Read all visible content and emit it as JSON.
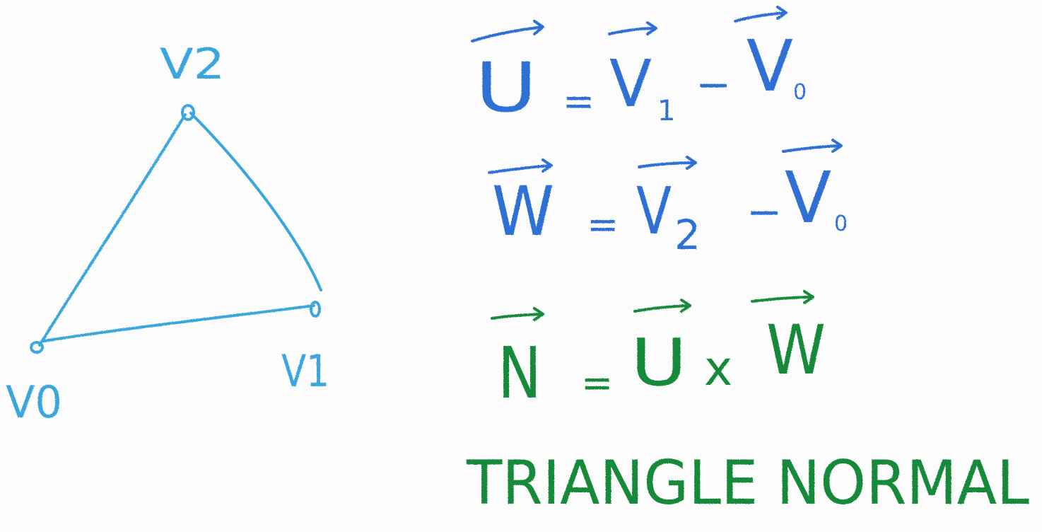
{
  "colors": {
    "background": "#fcfcfc",
    "triangle": "#3ba6dc",
    "equations_blue": "#2e6fd4",
    "equations_green": "#15893b"
  },
  "triangle": {
    "vertices": {
      "v0": "V0",
      "v1": "V1",
      "v2": "V2"
    }
  },
  "equations": {
    "u": {
      "lhs": "U",
      "eq": "=",
      "a": "V",
      "a_sub": "1",
      "op": "−",
      "b": "V",
      "b_sub": "0"
    },
    "w": {
      "lhs": "W",
      "eq": "=",
      "a": "V",
      "a_sub": "2",
      "op": "−",
      "b": "V",
      "b_sub": "0"
    },
    "n": {
      "lhs": "N",
      "eq": "=",
      "a": "U",
      "op": "x",
      "b": "W"
    }
  },
  "caption": "TRIANGLE NORMAL"
}
